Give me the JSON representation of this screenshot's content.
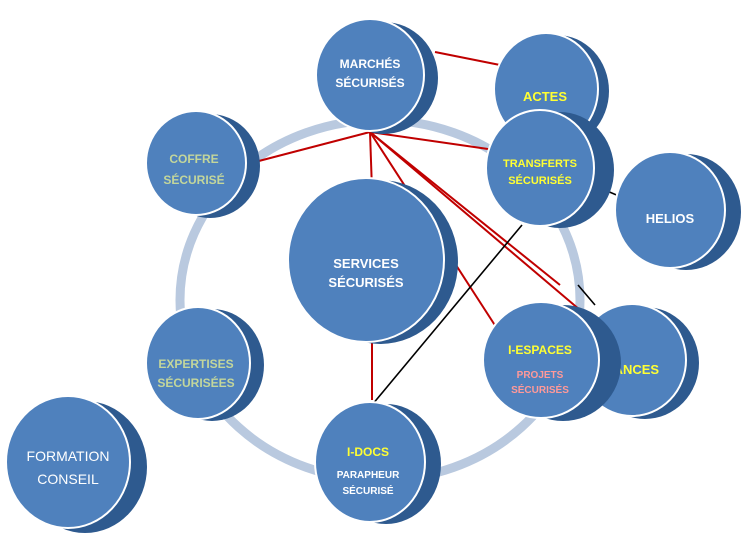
{
  "colors": {
    "node_face": "#4f81bd",
    "node_side": "#2e5a8f",
    "node_edge": "#ffffff",
    "ring": "#b9c9df",
    "link_red": "#c00000",
    "link_black": "#000000",
    "text_white": "#ffffff",
    "text_yellow": "#ffff33",
    "text_green": "#c3d69b",
    "text_pink": "#ff9999"
  },
  "nodes": {
    "marches": {
      "line1": "MARCHÉS",
      "line2": "SÉCURISÉS"
    },
    "actes": {
      "line1": "ACTES"
    },
    "transferts": {
      "line1": "TRANSFERTS",
      "line2": "SÉCURISÉS"
    },
    "helios": {
      "line1": "HELIOS"
    },
    "finances": {
      "line1": "ÉANCES"
    },
    "iespaces": {
      "line1": "I-ESPACES",
      "sub1": "PROJETS",
      "sub2": "SÉCURISÉS"
    },
    "idocs": {
      "line1": "I-DOCS",
      "sub1": "PARAPHEUR",
      "sub2": "SÉCURISÉ"
    },
    "expertises": {
      "line1": "EXPERTISES",
      "line2": "SÉCURISÉES"
    },
    "coffre": {
      "line1": "COFFRE",
      "line2": "SÉCURISÉ"
    },
    "services": {
      "line1": "SERVICES",
      "line2": "SÉCURISÉS"
    },
    "formation": {
      "line1": "FORMATION",
      "line2": "CONSEIL"
    }
  }
}
